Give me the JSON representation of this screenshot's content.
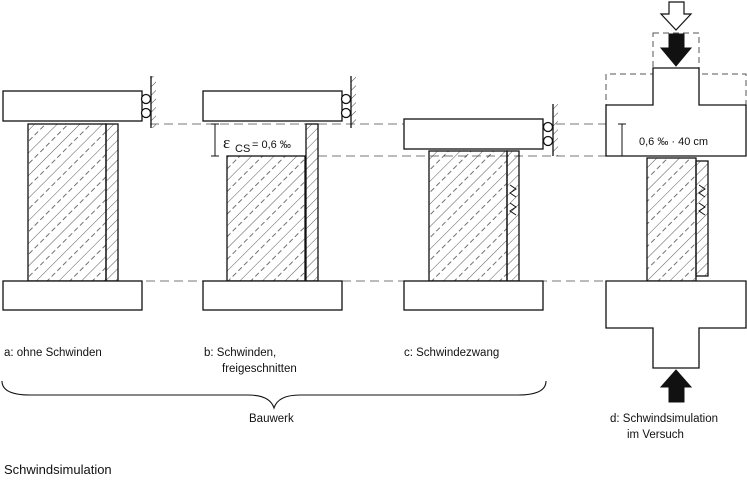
{
  "labels": {
    "a": "a: ohne Schwinden",
    "b1": "b: Schwinden,",
    "b2": "freigeschnitten",
    "c": "c: Schwindezwang",
    "d1": "d: Schwindsimulation",
    "d2": "im Versuch",
    "bauwerk": "Bauwerk",
    "eps_symbol": "ε",
    "eps_sub": "CS",
    "eps_value": "= 0,6 ‰",
    "d_dim": "0,6 ‰ · 40 cm",
    "caption": "Schwindsimulation"
  },
  "colors": {
    "stroke": "#111111",
    "dash": "#777777",
    "arrow_fill": "#111111"
  }
}
